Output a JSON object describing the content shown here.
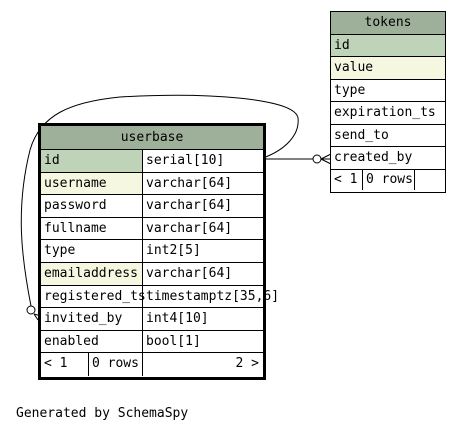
{
  "colors": {
    "header_bg": "#9fb09a",
    "primary_key_bg": "#bfd3b9",
    "indexed_bg": "#f5f7e1",
    "border": "#000000"
  },
  "tables": {
    "tokens": {
      "name": "tokens",
      "columns": [
        {
          "name": "id",
          "key": "primary"
        },
        {
          "name": "value",
          "key": "indexed"
        },
        {
          "name": "type",
          "key": "none"
        },
        {
          "name": "expiration_ts",
          "key": "none"
        },
        {
          "name": "send_to",
          "key": "none"
        },
        {
          "name": "created_by",
          "key": "none"
        }
      ],
      "footer_left": "< 1",
      "footer_rows": "0 rows"
    },
    "userbase": {
      "name": "userbase",
      "columns": [
        {
          "name": "id",
          "type": "serial[10]",
          "key": "primary"
        },
        {
          "name": "username",
          "type": "varchar[64]",
          "key": "indexed"
        },
        {
          "name": "password",
          "type": "varchar[64]",
          "key": "none"
        },
        {
          "name": "fullname",
          "type": "varchar[64]",
          "key": "none"
        },
        {
          "name": "type",
          "type": "int2[5]",
          "key": "none"
        },
        {
          "name": "emailaddress",
          "type": "varchar[64]",
          "key": "indexed"
        },
        {
          "name": "registered_ts",
          "type": "timestamptz[35,6]",
          "key": "none"
        },
        {
          "name": "invited_by",
          "type": "int4[10]",
          "key": "none"
        },
        {
          "name": "enabled",
          "type": "bool[1]",
          "key": "none"
        }
      ],
      "footer_left": "< 1",
      "footer_rows": "0 rows",
      "footer_right": "2 >"
    }
  },
  "footer_text": "Generated by SchemaSpy"
}
